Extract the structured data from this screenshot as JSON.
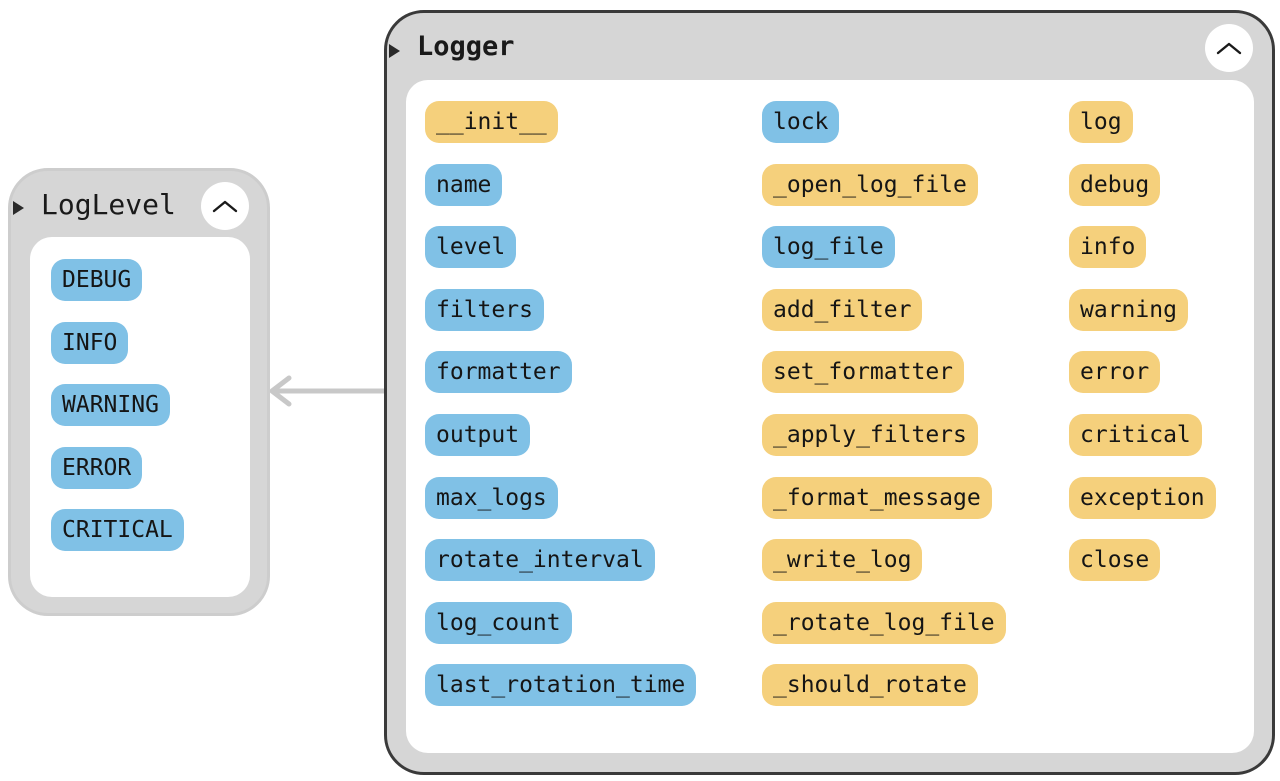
{
  "colors": {
    "attribute": "#80c1e6",
    "method": "#f5d07c",
    "card_background": "#d6d6d6",
    "connector": "#c8c8c8"
  },
  "loglevel": {
    "title": "LogLevel",
    "icons": {
      "toggle": "chevron-up-icon",
      "expand": "triangle-right-icon"
    },
    "members": [
      "DEBUG",
      "INFO",
      "WARNING",
      "ERROR",
      "CRITICAL"
    ]
  },
  "logger": {
    "title": "Logger",
    "icons": {
      "toggle": "chevron-up-icon",
      "expand": "triangle-right-icon"
    },
    "column1": [
      {
        "label": "__init__",
        "kind": "method"
      },
      {
        "label": "name",
        "kind": "attribute"
      },
      {
        "label": "level",
        "kind": "attribute"
      },
      {
        "label": "filters",
        "kind": "attribute"
      },
      {
        "label": "formatter",
        "kind": "attribute"
      },
      {
        "label": "output",
        "kind": "attribute"
      },
      {
        "label": "max_logs",
        "kind": "attribute"
      },
      {
        "label": "rotate_interval",
        "kind": "attribute"
      },
      {
        "label": "log_count",
        "kind": "attribute"
      },
      {
        "label": "last_rotation_time",
        "kind": "attribute"
      }
    ],
    "column2": [
      {
        "label": "lock",
        "kind": "attribute"
      },
      {
        "label": "_open_log_file",
        "kind": "method"
      },
      {
        "label": "log_file",
        "kind": "attribute"
      },
      {
        "label": "add_filter",
        "kind": "method"
      },
      {
        "label": "set_formatter",
        "kind": "method"
      },
      {
        "label": "_apply_filters",
        "kind": "method"
      },
      {
        "label": "_format_message",
        "kind": "method"
      },
      {
        "label": "_write_log",
        "kind": "method"
      },
      {
        "label": "_rotate_log_file",
        "kind": "method"
      },
      {
        "label": "_should_rotate",
        "kind": "method"
      }
    ],
    "column3": [
      {
        "label": "log",
        "kind": "method"
      },
      {
        "label": "debug",
        "kind": "method"
      },
      {
        "label": "info",
        "kind": "method"
      },
      {
        "label": "warning",
        "kind": "method"
      },
      {
        "label": "error",
        "kind": "method"
      },
      {
        "label": "critical",
        "kind": "method"
      },
      {
        "label": "exception",
        "kind": "method"
      },
      {
        "label": "close",
        "kind": "method"
      }
    ]
  },
  "relation": {
    "from": "Logger",
    "to": "LogLevel",
    "arrow": "open-arrowhead"
  }
}
